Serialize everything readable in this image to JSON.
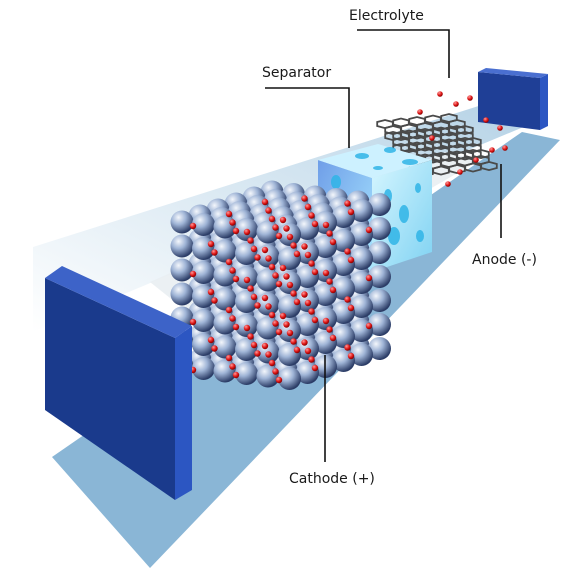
{
  "labels": {
    "electrolyte": "Electrolyte",
    "separator": "Separator",
    "anode": "Anode (-)",
    "cathode": "Cathode (+)"
  },
  "colors": {
    "tray_floor": "#8ab6d6",
    "tray_wall": "#c9deec",
    "current_collector": "#1f3f96",
    "current_collector_side": "#2c56c2",
    "cathode_sphere": "#9fb4d6",
    "lithium_ion": "#e01818",
    "separator_block": "#8fd7f0",
    "separator_pore": "#2fb4e6",
    "anode_graphite": "#4a4a4a",
    "leader_line": "#111111"
  }
}
